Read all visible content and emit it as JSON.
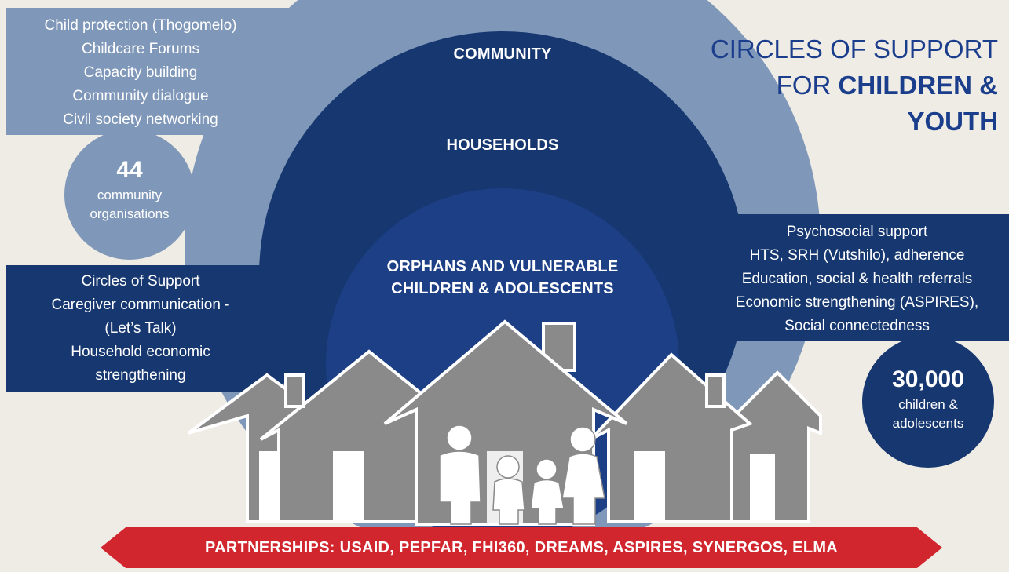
{
  "title": {
    "line1": "CIRCLES OF SUPPORT",
    "line2_prefix": "FOR ",
    "line2_bold": "CHILDREN &",
    "line3_bold": "YOUTH"
  },
  "rings": {
    "community": "COMMUNITY",
    "households": "HOUSEHOLDS",
    "ovc_line1": "ORPHANS AND VULNERABLE",
    "ovc_line2": "CHILDREN & ADOLESCENTS"
  },
  "community_callout": {
    "items": [
      "Child protection (Thogomelo)",
      "Childcare Forums",
      "Capacity building",
      "Community dialogue",
      "Civil society networking"
    ]
  },
  "community_stat": {
    "number": "44",
    "label_line1": "community",
    "label_line2": "organisations"
  },
  "households_callout": {
    "items": [
      "Circles of Support",
      "Caregiver communication -",
      "(Let’s Talk)",
      "Household economic",
      "strengthening"
    ]
  },
  "ovc_callout": {
    "items": [
      "Psychosocial support",
      "HTS, SRH (Vutshilo), adherence",
      "Education, social & health referrals",
      "Economic strengthening (ASPIRES),",
      "Social connectedness"
    ]
  },
  "ovc_stat": {
    "number": "30,000",
    "label_line1": "children &",
    "label_line2": "adolescents"
  },
  "partnerships": "PARTNERSHIPS: USAID, PEPFAR, FHI360, DREAMS, ASPIRES, SYNERGOS, ELMA",
  "colors": {
    "background": "#efece5",
    "community": "#7f97b8",
    "households": "#16376f",
    "ovc": "#1c3f86",
    "title": "#1a3d8c",
    "banner": "#d1262d",
    "house": "#8a8a8a"
  }
}
